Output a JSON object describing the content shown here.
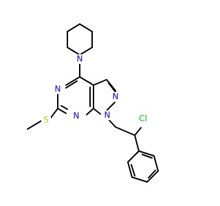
{
  "atoms": {
    "piperidine_n": {
      "symbol": "N",
      "color": "#0000ff"
    },
    "pyrimidine_n3": {
      "symbol": "N",
      "color": "#0000ff"
    },
    "pyrimidine_n1": {
      "symbol": "N",
      "color": "#0000ff"
    },
    "pyrazole_n2": {
      "symbol": "N",
      "color": "#0000ff"
    },
    "pyrazole_n1": {
      "symbol": "N",
      "color": "#0000ff"
    },
    "sulfur": {
      "symbol": "S",
      "color": "#cccc00"
    },
    "chlorine": {
      "symbol": "Cl",
      "color": "#00cc00"
    }
  }
}
